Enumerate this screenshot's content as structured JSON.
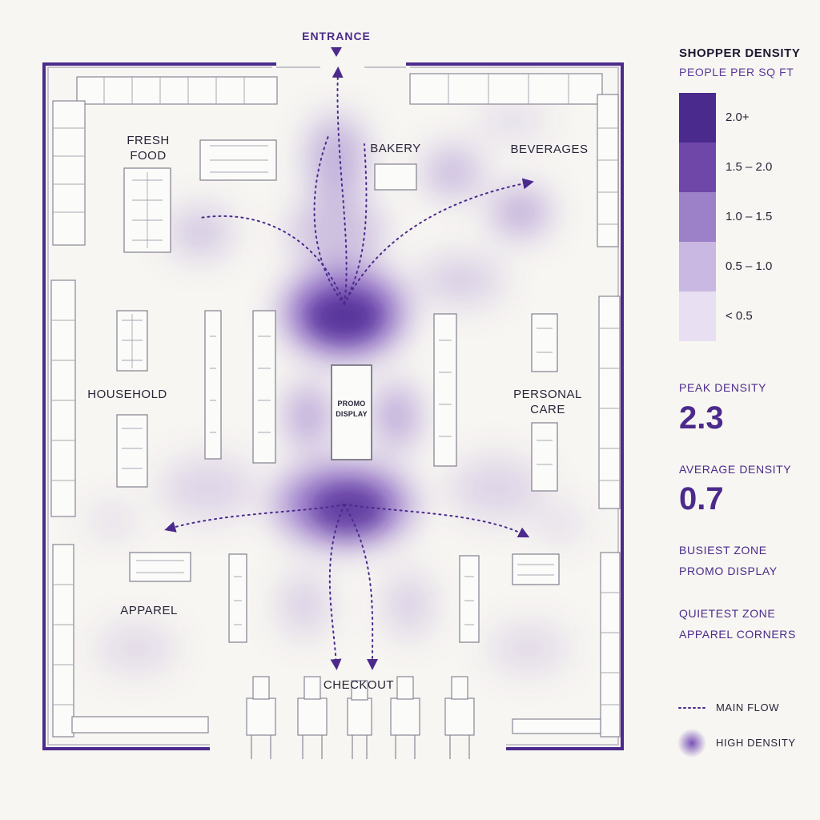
{
  "entrance": {
    "label": "ENTRANCE"
  },
  "departments": {
    "fresh_food": "FRESH\nFOOD",
    "bakery": "BAKERY",
    "beverages": "BEVERAGES",
    "household": "HOUSEHOLD",
    "personal_care": "PERSONAL\nCARE",
    "promo_display": "PROMO\nDISPLAY",
    "apparel": "APPAREL",
    "checkout": "CHECKOUT"
  },
  "density_legend": {
    "title": "SHOPPER DENSITY",
    "subtitle": "PEOPLE PER SQ FT",
    "bins": [
      {
        "label": "2.0+",
        "color": "#4a2a8c"
      },
      {
        "label": "1.5 – 2.0",
        "color": "#6e47a8"
      },
      {
        "label": "1.0 – 1.5",
        "color": "#9c80c8"
      },
      {
        "label": "0.5 – 1.0",
        "color": "#c9b8e2"
      },
      {
        "label": "< 0.5",
        "color": "#e8e0f2"
      }
    ]
  },
  "stats": {
    "peak_label": "PEAK DENSITY",
    "peak_value": "2.3",
    "average_label": "AVERAGE DENSITY",
    "average_value": "0.7",
    "busiest_label": "BUSIEST ZONE",
    "busiest_value": "PROMO DISPLAY",
    "quietest_label": "QUIETEST ZONE",
    "quietest_value": "APPAREL CORNERS"
  },
  "flow_legend": {
    "main_flow": "MAIN FLOW",
    "high_density": "HIGH DENSITY"
  },
  "colors": {
    "accent": "#4b2a8c",
    "wall": "#4b2a8c",
    "fixture": "#8a8795",
    "background": "#f7f6f2"
  }
}
